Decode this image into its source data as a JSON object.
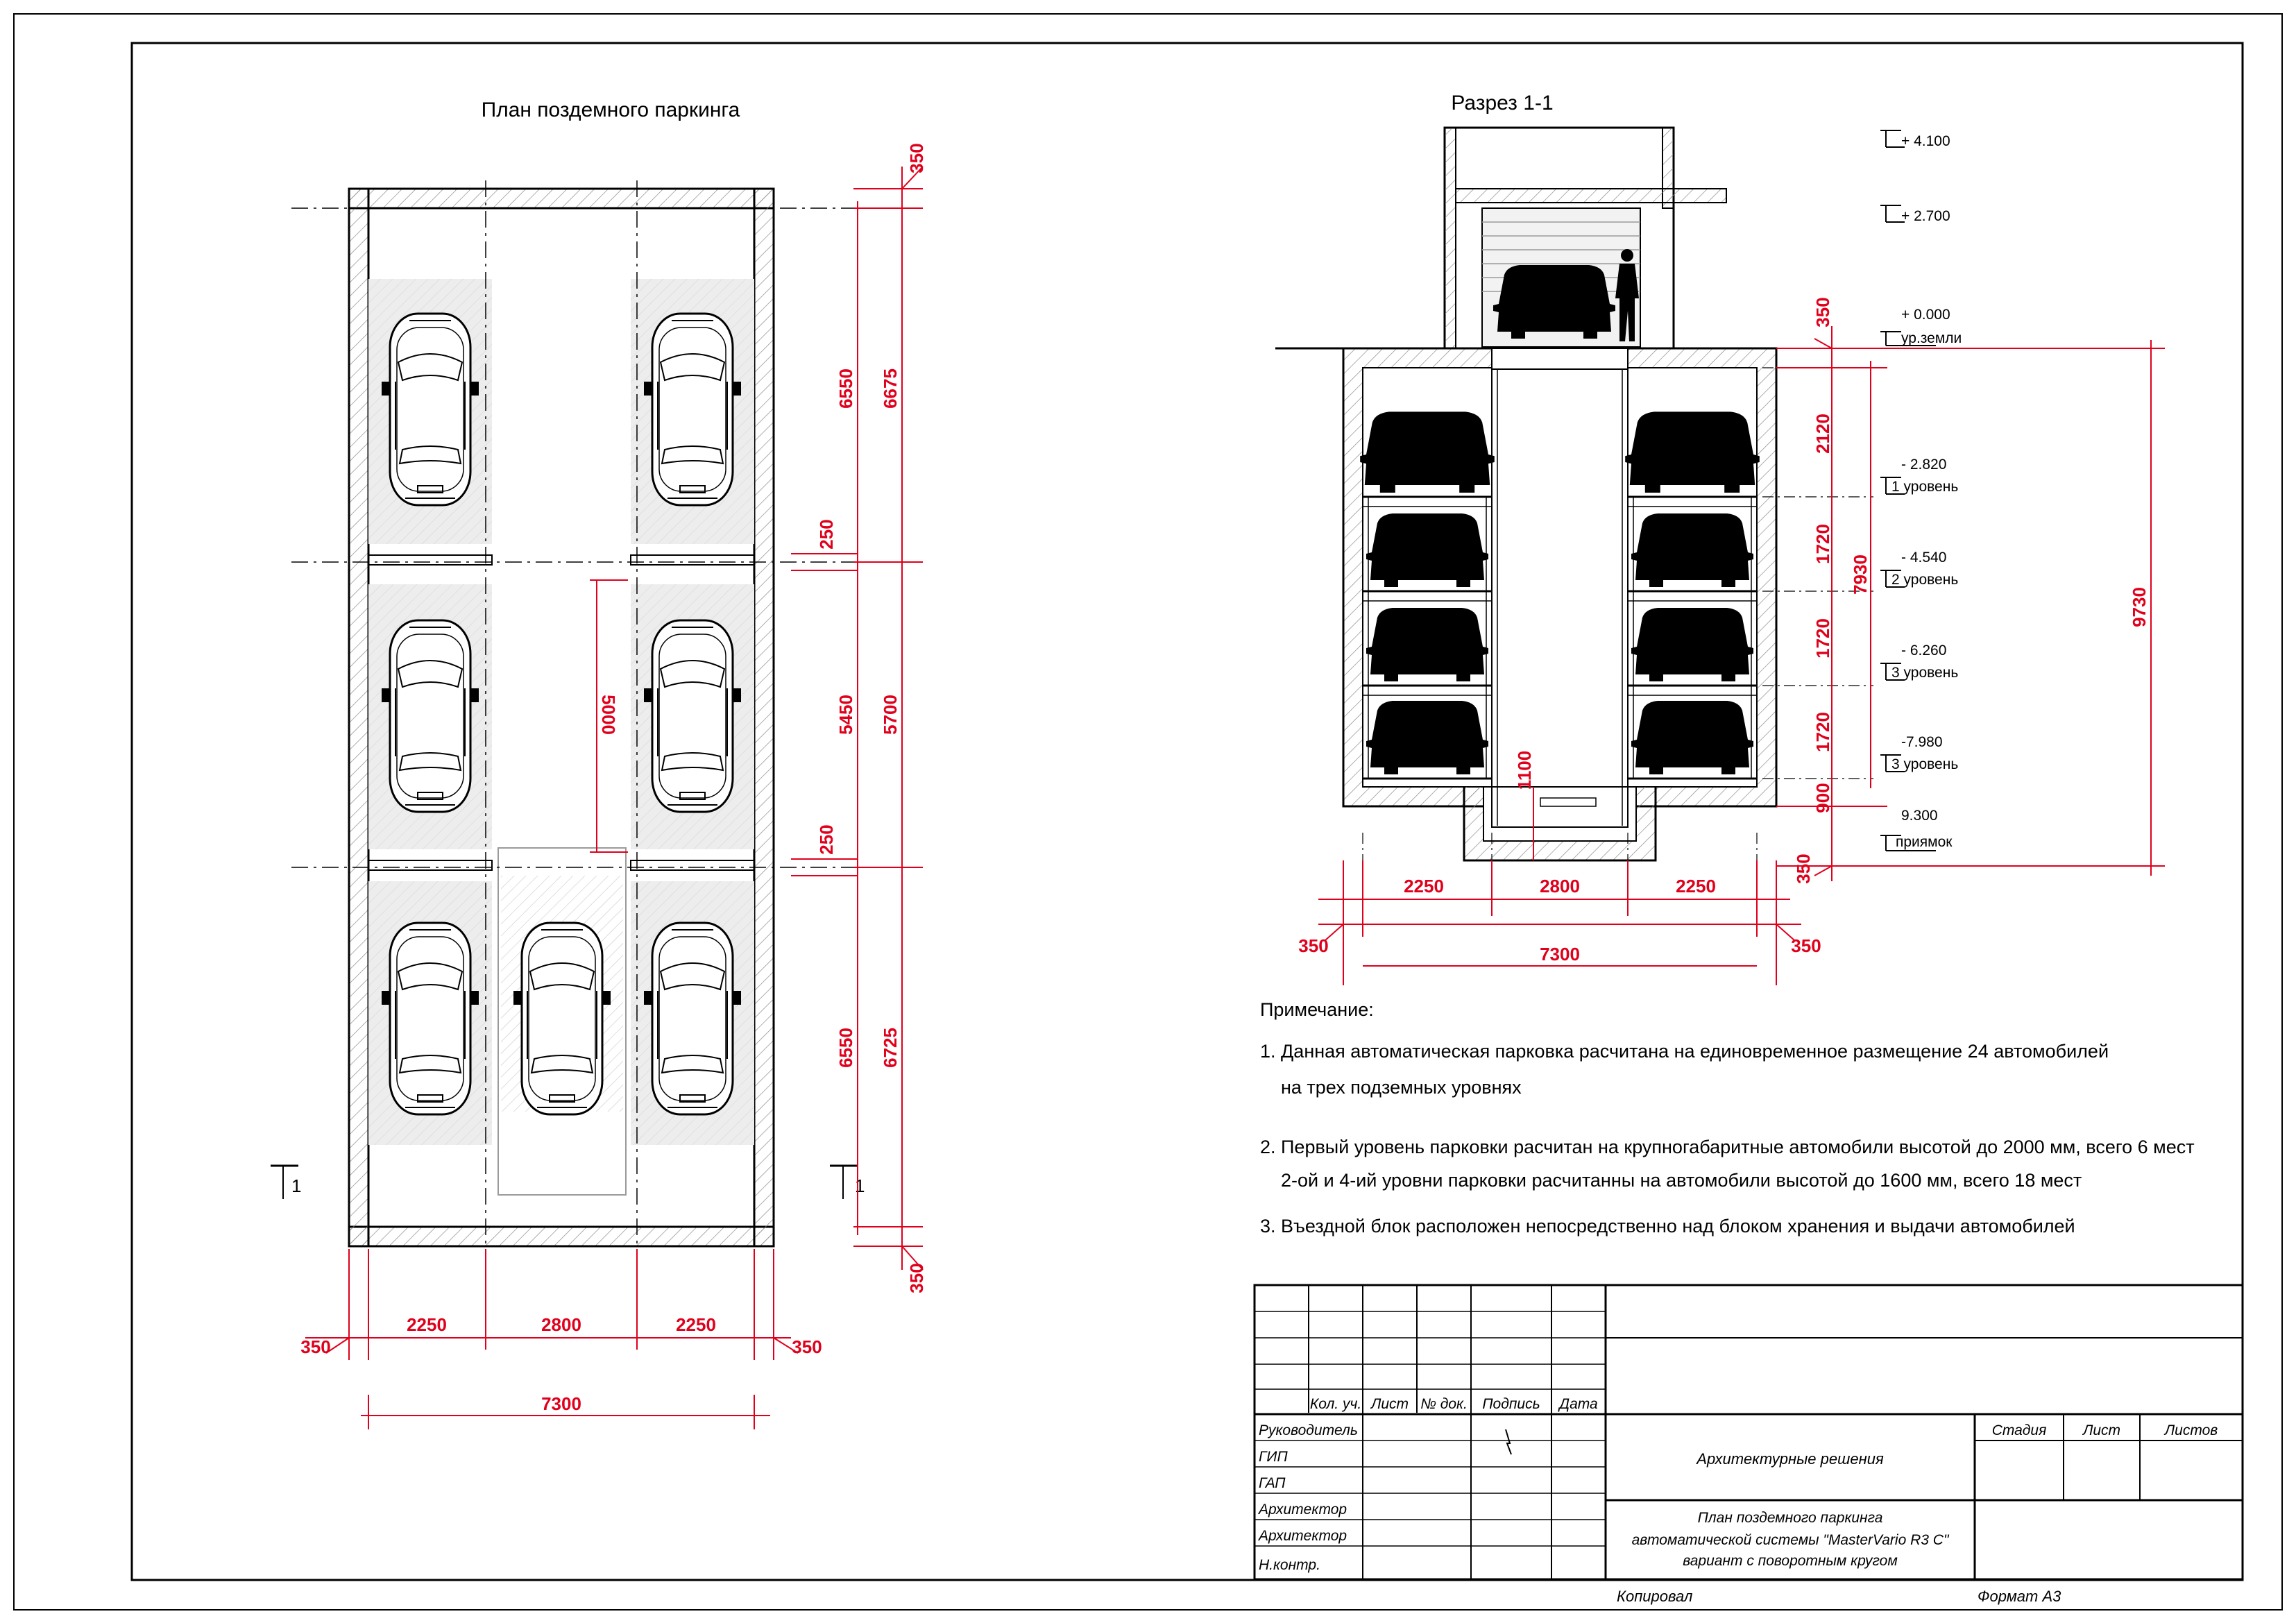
{
  "plan": {
    "title": "План поздемного паркинга",
    "dims_bottom": [
      "2250",
      "2800",
      "2250"
    ],
    "dims_total": "7300",
    "dims_wall_left": "350",
    "dims_wall_right": "350",
    "dims_right_inner": [
      "6550",
      "250",
      "5450",
      "250",
      "6550"
    ],
    "dims_right_outer": [
      "350",
      "6675",
      "5700",
      "6725",
      "350"
    ],
    "dim_center": "5000",
    "section_mark": "1"
  },
  "section": {
    "title": "Разрез 1-1",
    "levels": [
      {
        "value": "+ 4.100",
        "label": ""
      },
      {
        "value": "+ 2.700",
        "label": ""
      },
      {
        "value": "+ 0.000",
        "label": "ур.земли"
      },
      {
        "value": "- 2.820",
        "label": "1 уровень"
      },
      {
        "value": "- 4.540",
        "label": "2 уровень"
      },
      {
        "value": "- 6.260",
        "label": "3 уровень"
      },
      {
        "value": "-7.980",
        "label": "3 уровень"
      },
      {
        "value": "9.300",
        "label": "приямок"
      }
    ],
    "dims_vertical": [
      "350",
      "2120",
      "1720",
      "1720",
      "1720",
      "900",
      "350"
    ],
    "dim_7930": "7930",
    "dim_9730": "9730",
    "dim_1100": "1100",
    "dims_bottom": [
      "2250",
      "2800",
      "2250"
    ],
    "dims_wall": [
      "350",
      "350"
    ],
    "dims_total": "7300"
  },
  "notes": {
    "heading": "Примечание:",
    "n1a": "1. Данная автоматическая парковка расчитана на единовременное размещение 24 автомобилей",
    "n1b": "на трех подземных уровнях",
    "n2a": "2. Первый уровень парковки расчитан на крупногабаритные автомобили высотой до 2000 мм, всего 6 мест",
    "n2b": "2-ой и 4-ий уровни парковки расчитанны на автомобили высотой до 1600 мм, всего 18 мест",
    "n3": "3. Въездной блок расположен непосредственно над блоком хранения и выдачи автомобилей"
  },
  "titleblock": {
    "cols": [
      "Кол. уч.",
      "Лист",
      "№ док.",
      "Подпись",
      "Дата"
    ],
    "roles": [
      "Руководитель",
      "ГИП",
      "ГАП",
      "Архитектор",
      "Архитектор",
      "Н.контр."
    ],
    "section_name": "Архитектурные решения",
    "stage_cols": [
      "Стадия",
      "Лист",
      "Листов"
    ],
    "desc1": "План поздемного паркинга",
    "desc2": "автоматической системы \"MasterVario R3 C\"",
    "desc3": "вариант с поворотным кругом",
    "copied": "Копировал",
    "format": "Формат А3"
  },
  "colors": {
    "dimension": "#e0001b",
    "line": "#000000",
    "hatch": "#9a9a9a"
  }
}
